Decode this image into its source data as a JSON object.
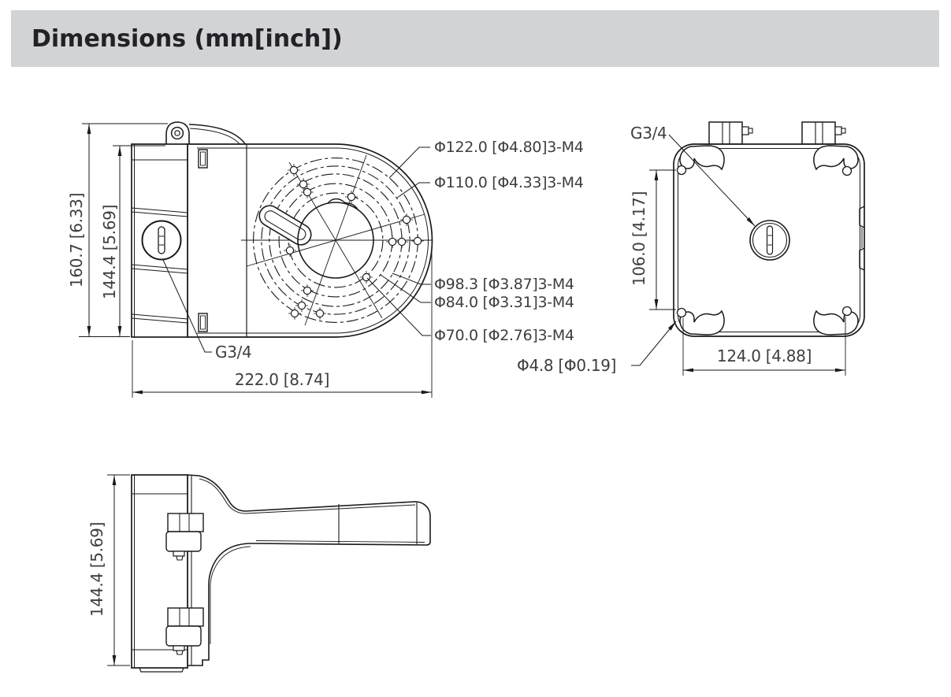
{
  "title": "Dimensions (mm[inch])",
  "front_view": {
    "dim_height_outer": "160.7 [6.33]",
    "dim_height_inner": "144.4 [5.69]",
    "dim_width": "222.0 [8.74]",
    "thread_label": "G3/4",
    "callouts": [
      "Φ122.0 [Φ4.80]3-M4",
      "Φ110.0 [Φ4.33]3-M4",
      "Φ98.3 [Φ3.87]3-M4",
      "Φ84.0 [Φ3.31]3-M4",
      "Φ70.0 [Φ2.76]3-M4"
    ]
  },
  "back_view": {
    "thread_label": "G3/4",
    "dim_height": "106.0 [4.17]",
    "dim_width": "124.0 [4.88]",
    "hole_callout": "Φ4.8 [Φ0.19]"
  },
  "side_view": {
    "dim_height": "144.4 [5.69]"
  },
  "colors": {
    "bar_bg": "#d2d3d5",
    "line": "#1a1a1a",
    "text": "#3e3e3e"
  }
}
